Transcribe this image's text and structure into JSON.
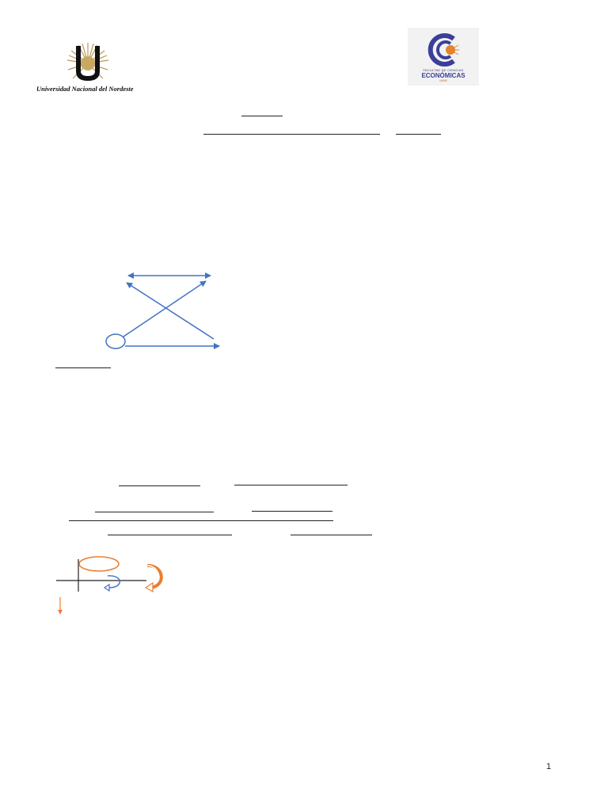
{
  "header": {
    "university_caption": "Universidad Nacional del Nordeste",
    "faculty_logo": {
      "line1": "FACULTAD DE CIENCIAS",
      "line2": "ECONÓMICAS",
      "line3": "UNNE"
    }
  },
  "colors": {
    "diagram_blue": "#4472c4",
    "diagram_orange": "#ed7d31",
    "logo_navy": "#3b3f9a",
    "logo_orange": "#e2832e"
  },
  "footer": {
    "page_number": "1"
  }
}
